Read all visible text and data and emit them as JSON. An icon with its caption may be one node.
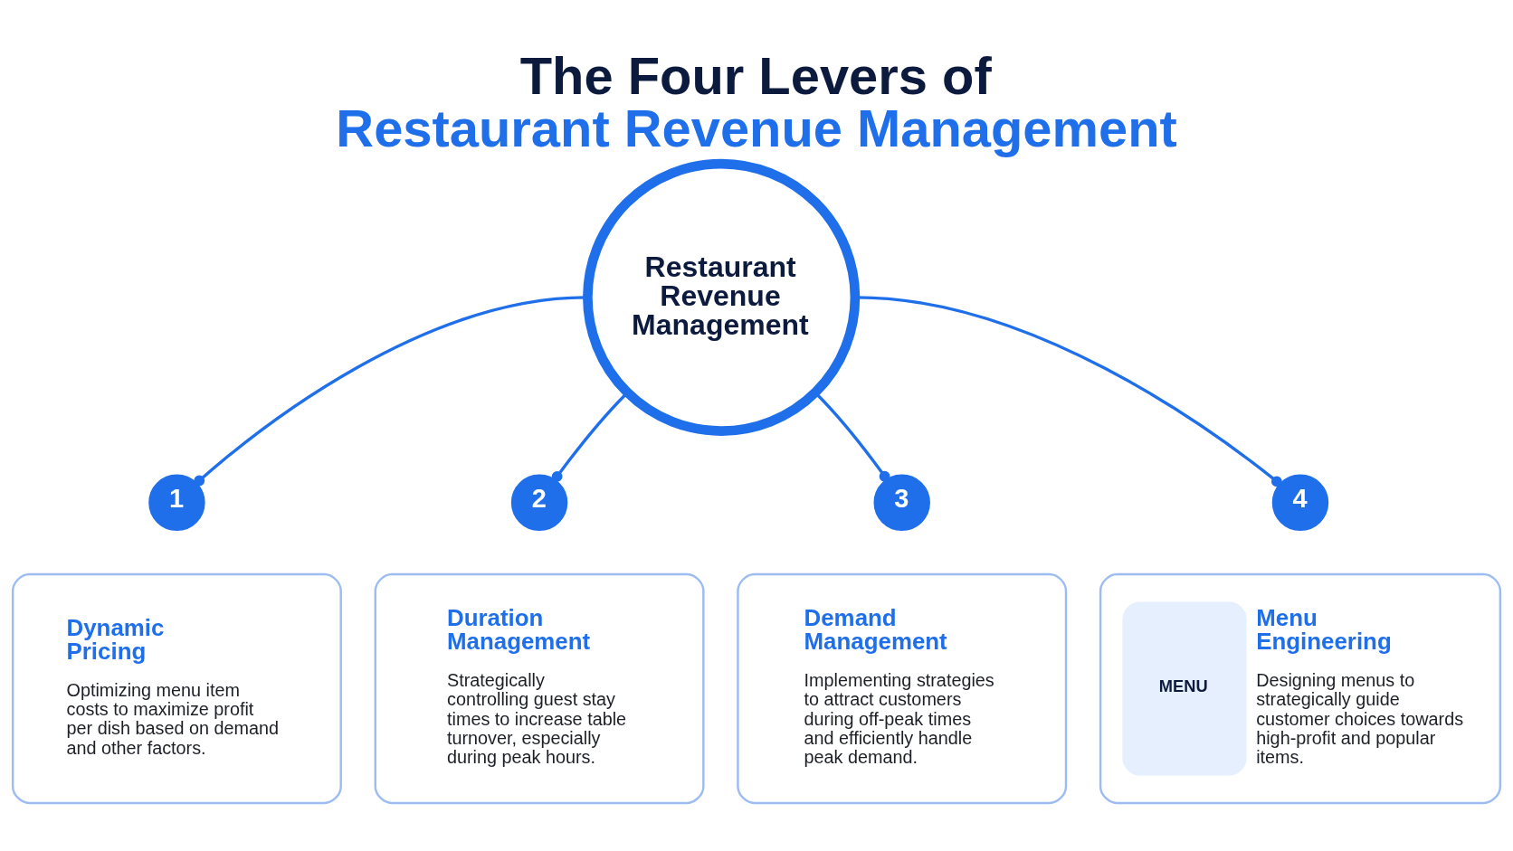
{
  "diagram": {
    "title": "The Four Levers of Restaurant Revenue Management",
    "nodes": [
      {
        "text": [
          "Restaurant Revenue Management"
        ]
      },
      {
        "text": [
          "1"
        ]
      },
      {
        "text": [
          "Dynamic Pricing",
          "Optimizing menu item costs to maximize profit per dish based on demand and other factors."
        ]
      },
      {
        "text": [
          "2"
        ]
      },
      {
        "text": [
          "Duration Management",
          "Strategically controlling guest stay times to increase table turnover, especially during peak hours."
        ]
      },
      {
        "text": [
          "3"
        ]
      },
      {
        "text": [
          "Demand Management",
          "Implementing strategies to attract customers during off-peak times and efficiently handle peak demand."
        ]
      },
      {
        "text": [
          "4"
        ]
      },
      {
        "text": [
          "MENU",
          "Menu Engineering",
          "Designing menus to strategically guide customer choices towards high-profit and popular items."
        ]
      }
    ],
    "edges": [
      {
        "from": 0,
        "to": 1,
        "arrow": "other"
      },
      {
        "from": 0,
        "to": 3,
        "arrow": "other"
      },
      {
        "from": 0,
        "to": 5,
        "arrow": "other"
      },
      {
        "from": 0,
        "to": 7,
        "arrow": "other"
      }
    ]
  }
}
